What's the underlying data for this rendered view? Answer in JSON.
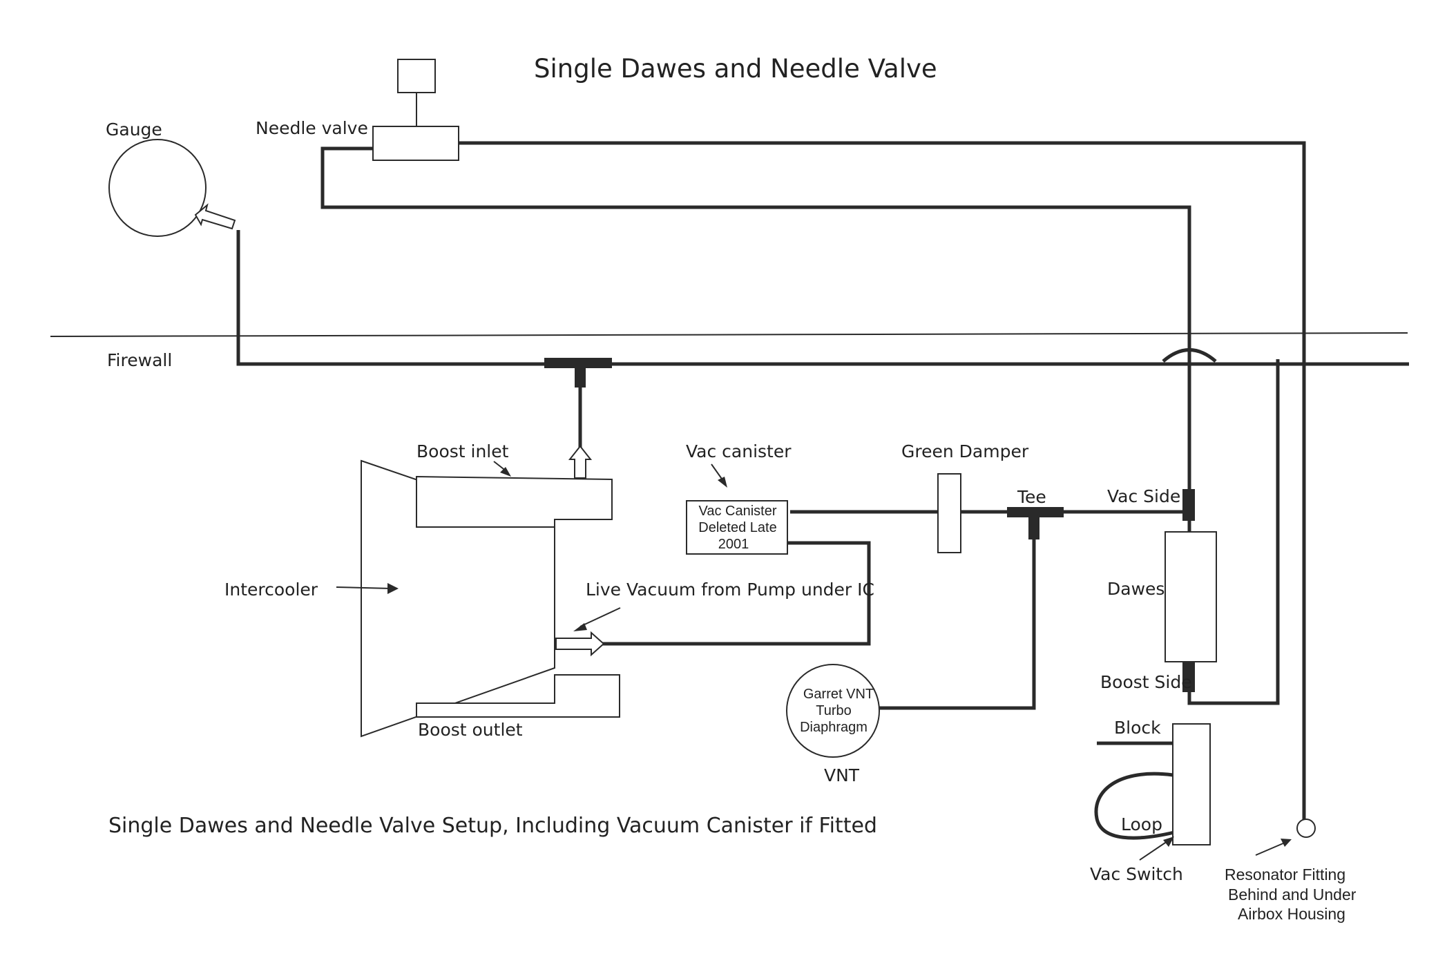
{
  "title": "Single Dawes and Needle Valve",
  "caption": "Single Dawes and Needle Valve Setup, Including Vacuum Canister if Fitted",
  "labels": {
    "gauge": "Gauge",
    "needle_valve": "Needle valve",
    "firewall": "Firewall",
    "boost_inlet": "Boost inlet",
    "intercooler": "Intercooler",
    "boost_outlet": "Boost outlet",
    "live_vacuum": "Live Vacuum from Pump under IC",
    "vac_canister": "Vac canister",
    "vac_canister_box": [
      "Vac Canister",
      "Deleted Late",
      "2001"
    ],
    "green_damper": "Green Damper",
    "tee": "Tee",
    "vac_side": "Vac Side",
    "dawes": "Dawes",
    "boost_side": "Boost Side",
    "vnt_diaphragm": [
      "Garret VNT",
      "Turbo",
      "Diaphragm"
    ],
    "vnt": "VNT",
    "block": "Block",
    "loop": "Loop",
    "vac_switch": "Vac Switch",
    "resonator": [
      "Resonator  Fitting",
      "Behind and Under",
      "Airbox Housing"
    ]
  }
}
